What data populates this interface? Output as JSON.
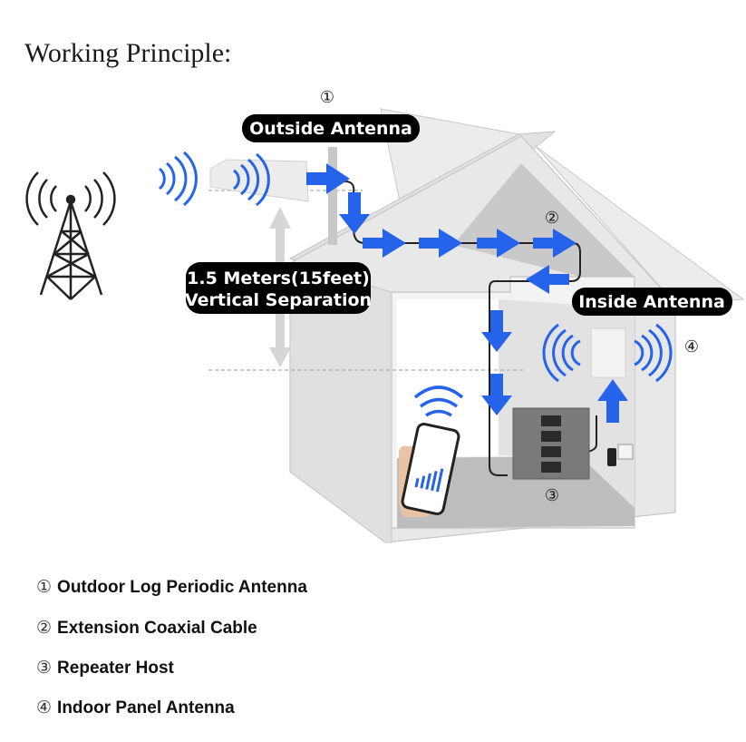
{
  "title": "Working Principle:",
  "colors": {
    "signal_blue": "#2563eb",
    "label_bg": "#000000",
    "label_text": "#ffffff",
    "house_wall": "#e6e6e6",
    "house_roof": "#d2d2d2",
    "floor": "#bcbcbc"
  },
  "labels": {
    "outside_antenna": "Outside Antenna",
    "inside_antenna": "Inside Antenna",
    "separation_line1": "1.5 Meters(15feet)",
    "separation_line2": "Vertical Separation"
  },
  "markers": {
    "m1": "①",
    "m2": "②",
    "m3": "③",
    "m4": "④"
  },
  "legend": [
    {
      "num": "①",
      "text": "Outdoor Log Periodic Antenna"
    },
    {
      "num": "②",
      "text": "Extension Coaxial Cable"
    },
    {
      "num": "③",
      "text": "Repeater Host"
    },
    {
      "num": "④",
      "text": "Indoor Panel Antenna"
    }
  ],
  "icons": [
    "cell-tower-icon",
    "signal-waves-icon",
    "log-periodic-antenna-icon",
    "panel-antenna-icon",
    "repeater-icon",
    "smartphone-icon",
    "wifi-icon",
    "power-adapter-icon",
    "flow-arrow-icon"
  ]
}
